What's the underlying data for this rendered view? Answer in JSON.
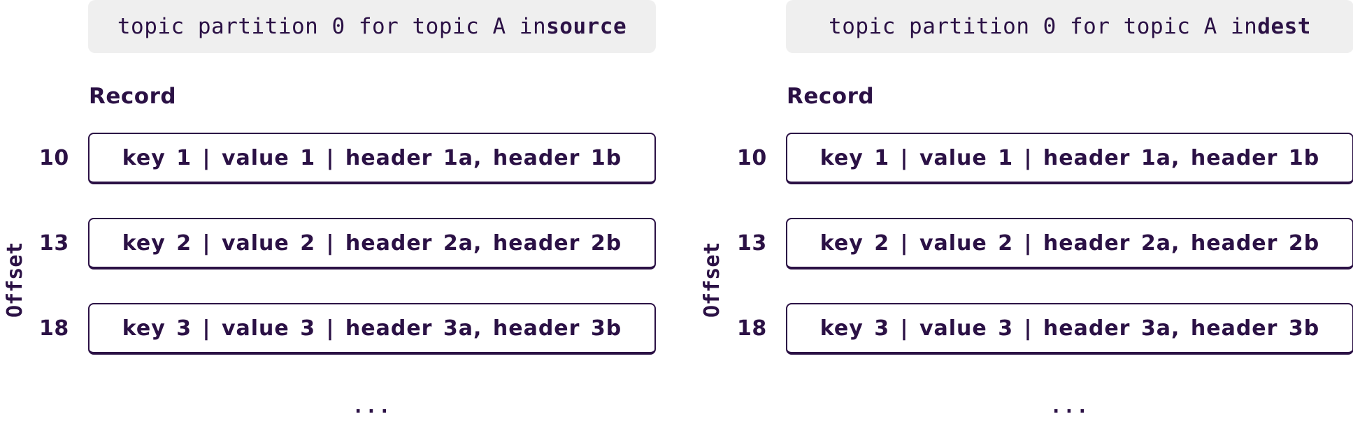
{
  "source_panel": {
    "title_prefix": "topic partition 0 for topic A in ",
    "title_emphasis": "source",
    "record_heading": "Record",
    "axis_label": "Offset",
    "records": [
      {
        "offset": "10",
        "content": "key 1 | value 1 | header 1a, header 1b"
      },
      {
        "offset": "13",
        "content": "key 2 | value 2 | header 2a, header 2b"
      },
      {
        "offset": "18",
        "content": "key 3 | value 3 | header 3a, header 3b"
      }
    ],
    "ellipsis": "..."
  },
  "dest_panel": {
    "title_prefix": "topic partition 0 for topic A in ",
    "title_emphasis": "dest",
    "record_heading": "Record",
    "axis_label": "Offset",
    "records": [
      {
        "offset": "10",
        "content": "key 1 | value 1 | header 1a, header 1b"
      },
      {
        "offset": "13",
        "content": "key 2 | value 2 | header 2a, header 2b"
      },
      {
        "offset": "18",
        "content": "key 3 | value 3 | header 3a, header 3b"
      }
    ],
    "ellipsis": "..."
  },
  "colors": {
    "text": "#2b1145",
    "title_background": "#efefef",
    "record_border": "#2b1145"
  }
}
